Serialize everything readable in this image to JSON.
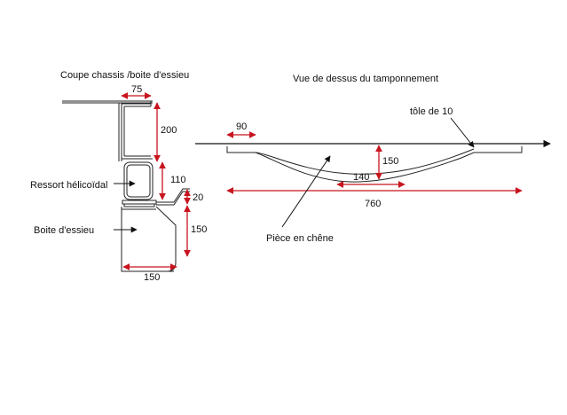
{
  "left_view": {
    "title": "Coupe chassis /boite d'essieu",
    "label_spring": "Ressort hélicoïdal",
    "label_axlebox": "Boite d'essieu",
    "dims": {
      "d75": "75",
      "d200": "200",
      "d110": "110",
      "d20": "20",
      "d150v": "150",
      "d150h": "150"
    }
  },
  "right_view": {
    "title": "Vue de dessus du tamponnement",
    "label_sheet": "tôle de 10",
    "label_oak": "Pièce en chêne",
    "dims": {
      "d90": "90",
      "d150": "150",
      "d140": "140",
      "d760": "760"
    }
  },
  "colors": {
    "dimension": "#c8141e",
    "ink": "#222222"
  }
}
